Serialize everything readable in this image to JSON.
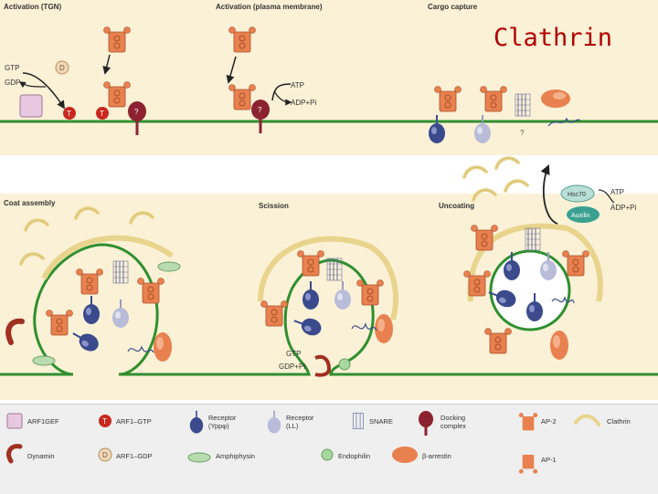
{
  "title": "Clathrin",
  "panels": {
    "activation_tgn": "Activation (TGN)",
    "activation_pm": "Activation (plasma membrane)",
    "cargo_capture": "Cargo capture",
    "coat_assembly": "Coat assembly",
    "scission": "Scission",
    "uncoating": "Uncoating"
  },
  "annotations": {
    "gtp": "GTP",
    "gdp": "GDP",
    "atp": "ATP",
    "adp_pi": "ADP+Pi",
    "hsc70": "Hsc70",
    "auxilin": "Auxilin",
    "gdp_pi": "GDP+Pi",
    "question": "?",
    "t": "T",
    "d": "D"
  },
  "legend": {
    "arf1gef": "ARF1GEF",
    "arf1_gtp": "ARF1–GTP",
    "receptor_ypphi": "Receptor (Yppφ)",
    "receptor_ll": "Receptor (LL)",
    "snare": "SNARE",
    "docking_complex": "Docking complex",
    "ap2": "AP-2",
    "clathrin": "Clathrin",
    "dynamin": "Dynamin",
    "arf1_gdp": "ARF1–GDP",
    "amphiphysin": "Amphiphysin",
    "endophilin": "Endophilin",
    "beta_arrestin": "β-arrestin",
    "ap1": "AP-1"
  },
  "colors": {
    "membrane": "#2f8f2f",
    "panel_bg": "#fbf1d6",
    "ap": "#e8814f",
    "receptor_dark": "#3a4a8c",
    "receptor_light": "#b9bcd8",
    "arf": "#c8281e",
    "docking": "#8c2230",
    "clathrin": "#e8d48c",
    "title": "#b10000"
  }
}
